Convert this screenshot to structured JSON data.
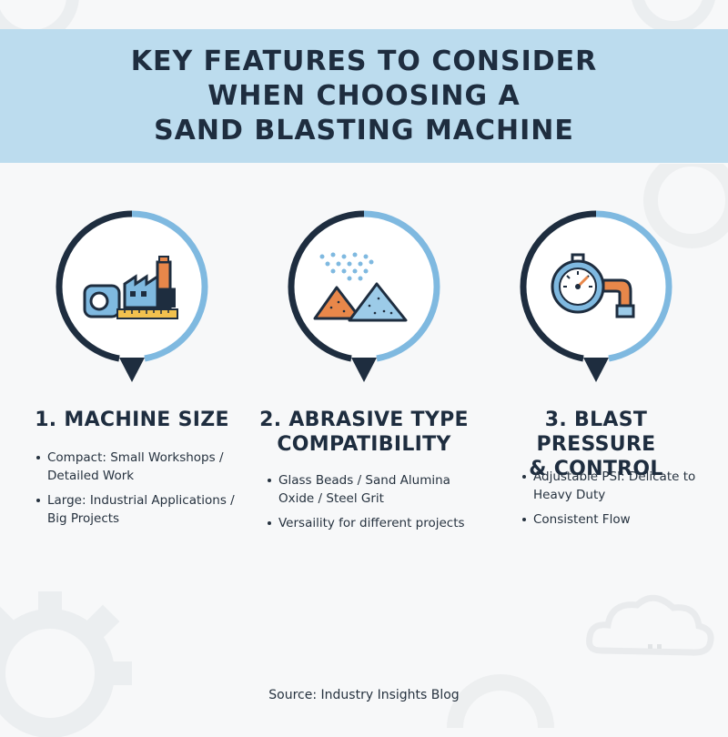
{
  "header": {
    "title_lines": [
      "KEY FEATURES TO CONSIDER",
      "WHEN CHOOSING A",
      "SAND BLASTING MACHINE"
    ]
  },
  "features": [
    {
      "title_lines": [
        "1. MACHINE SIZE"
      ],
      "icon": "factory-measuring-tape-icon",
      "bullets": [
        "Compact: Small Workshops / Detailed Work",
        "Large: Industrial Applications / Big Projects"
      ]
    },
    {
      "title_lines": [
        "2. ABRASIVE TYPE",
        "COMPATIBILITY"
      ],
      "icon": "abrasive-piles-icon",
      "bullets": [
        "Glass Beads / Sand Alumina Oxide / Steel Grit",
        "Versaility for different projects"
      ]
    },
    {
      "title_lines": [
        "3. BLAST PRESSURE",
        "& CONTROL"
      ],
      "icon": "pressure-gauge-icon",
      "bullets": [
        "Adjustable PSI: Delicate to Heavy Duty",
        "Consistent Flow"
      ]
    }
  ],
  "source": "Source: Industry Insights Blog",
  "colors": {
    "header_bg": "#bcdcee",
    "dark_navy": "#1e2d3f",
    "accent_blue": "#7fb9e0",
    "orange": "#e8874a"
  }
}
